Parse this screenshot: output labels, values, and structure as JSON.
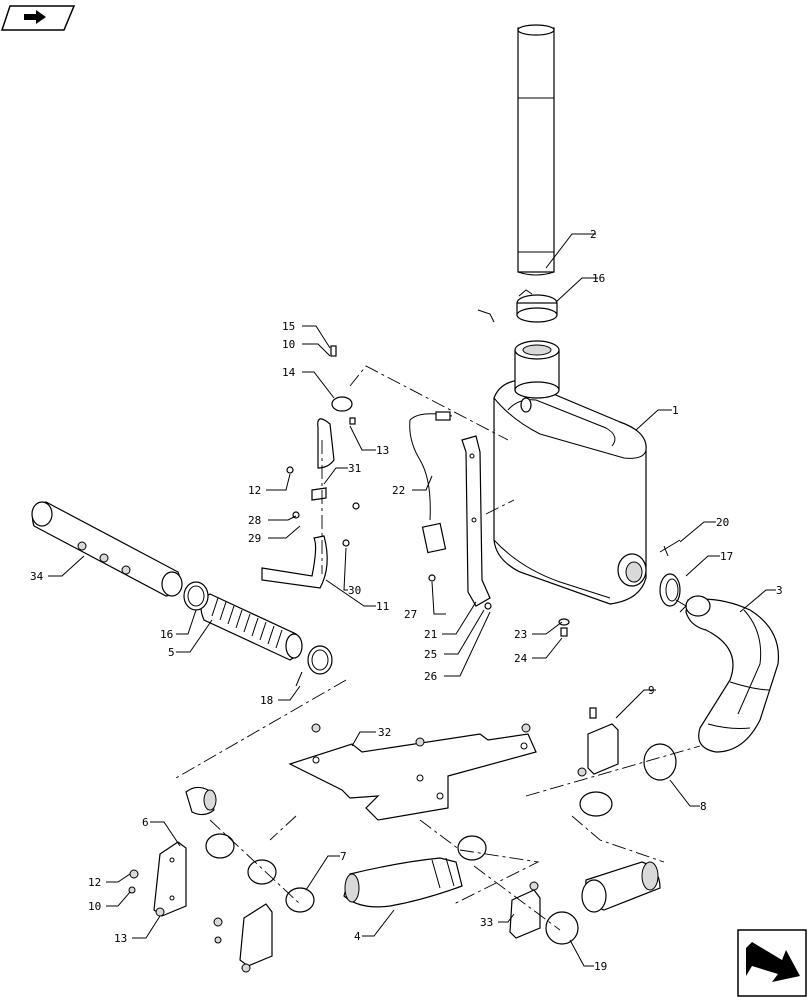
{
  "callouts": {
    "c1": "1",
    "c2": "2",
    "c3": "3",
    "c4": "4",
    "c5": "5",
    "c6": "6",
    "c7": "7",
    "c8": "8",
    "c9": "9",
    "c10a": "10",
    "c10b": "10",
    "c11": "11",
    "c12a": "12",
    "c12b": "12",
    "c13a": "13",
    "c13b": "13",
    "c14": "14",
    "c15": "15",
    "c16a": "16",
    "c16b": "16",
    "c17": "17",
    "c18": "18",
    "c19": "19",
    "c20": "20",
    "c21": "21",
    "c22": "22",
    "c23": "23",
    "c24": "24",
    "c25": "25",
    "c26": "26",
    "c27": "27",
    "c28": "28",
    "c29": "29",
    "c30": "30",
    "c31": "31",
    "c32": "32",
    "c33": "33",
    "c34": "34"
  },
  "icons": {
    "top_left": "book-arrow-icon",
    "bottom_right": "next-page-arrow-icon"
  }
}
